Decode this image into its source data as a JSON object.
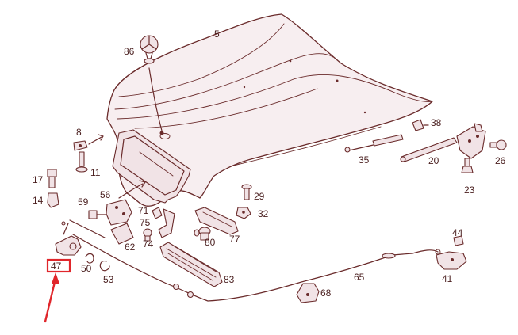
{
  "diagram": {
    "part_labels": [
      {
        "id": "p5",
        "text": "5"
      },
      {
        "id": "p86",
        "text": "86"
      },
      {
        "id": "p8",
        "text": "8"
      },
      {
        "id": "p11",
        "text": "11"
      },
      {
        "id": "p17",
        "text": "17"
      },
      {
        "id": "p14",
        "text": "14"
      },
      {
        "id": "p59",
        "text": "59"
      },
      {
        "id": "p56",
        "text": "56"
      },
      {
        "id": "p71",
        "text": "71"
      },
      {
        "id": "p75",
        "text": "75"
      },
      {
        "id": "p74",
        "text": "74"
      },
      {
        "id": "p62",
        "text": "62"
      },
      {
        "id": "p80",
        "text": "80"
      },
      {
        "id": "p77",
        "text": "77"
      },
      {
        "id": "p29",
        "text": "29"
      },
      {
        "id": "p32",
        "text": "32"
      },
      {
        "id": "p38",
        "text": "38"
      },
      {
        "id": "p35",
        "text": "35"
      },
      {
        "id": "p20",
        "text": "20"
      },
      {
        "id": "p26",
        "text": "26"
      },
      {
        "id": "p23",
        "text": "23"
      },
      {
        "id": "p44",
        "text": "44"
      },
      {
        "id": "p41",
        "text": "41"
      },
      {
        "id": "p65",
        "text": "65"
      },
      {
        "id": "p68",
        "text": "68"
      },
      {
        "id": "p83",
        "text": "83"
      },
      {
        "id": "p47",
        "text": "47"
      },
      {
        "id": "p50",
        "text": "50"
      },
      {
        "id": "p53",
        "text": "53"
      }
    ],
    "highlight": {
      "label": "47",
      "color": "#e0262b"
    },
    "line_color": "#6a2b2b"
  }
}
